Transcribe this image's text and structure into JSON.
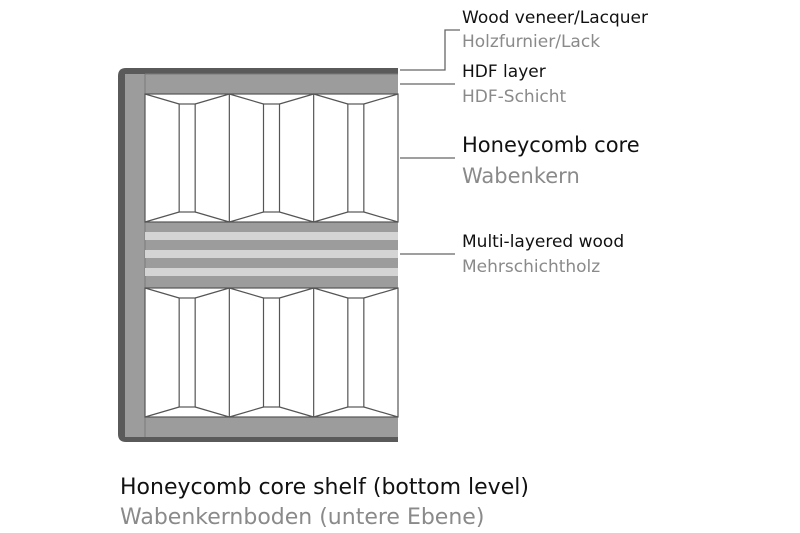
{
  "colors": {
    "frame_dark": "#5a5a5a",
    "panel_gray": "#9c9c9c",
    "stripe_light": "#d4d4d4",
    "cell_fill": "#ffffff",
    "cell_stroke": "#555555",
    "leader_line": "#666666",
    "text_primary": "#111111",
    "text_secondary": "#8a8a8a"
  },
  "labels": {
    "veneer": {
      "en": "Wood veneer/Lacquer",
      "de": "Holzfurnier/Lack"
    },
    "hdf": {
      "en": "HDF layer",
      "de": "HDF-Schicht"
    },
    "honeycomb": {
      "en": "Honeycomb core",
      "de": "Wabenkern"
    },
    "multilayer": {
      "en": "Multi-layered wood",
      "de": "Mehrschichtholz"
    }
  },
  "caption": {
    "title": "Honeycomb core shelf (bottom level)",
    "subtitle": "Wabenkernboden (untere Ebene)"
  },
  "structure": {
    "honeycomb_rows": 2,
    "cells_per_row": 3,
    "multilayer_light_stripes": 3
  }
}
